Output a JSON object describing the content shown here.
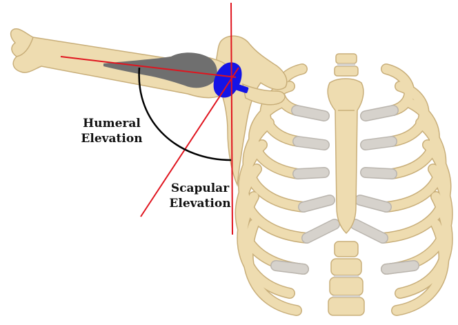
{
  "labels": {
    "humeral": [
      "Humeral",
      "Elevation"
    ],
    "scapular": [
      "Scapular",
      "Elevation"
    ]
  },
  "colors": {
    "bone": "#eedcb0",
    "bone_outline": "#c8ae79",
    "cartilage": "#d6d2cc",
    "shadow_region": "#6f6f6f",
    "joint": "#1414e6",
    "line": "#e0141e",
    "arc": "#000000",
    "text": "#111111"
  },
  "icons": [
    "humerus-bone",
    "scapula",
    "rib-cage",
    "sternum",
    "spine",
    "glenohumeral-joint"
  ]
}
